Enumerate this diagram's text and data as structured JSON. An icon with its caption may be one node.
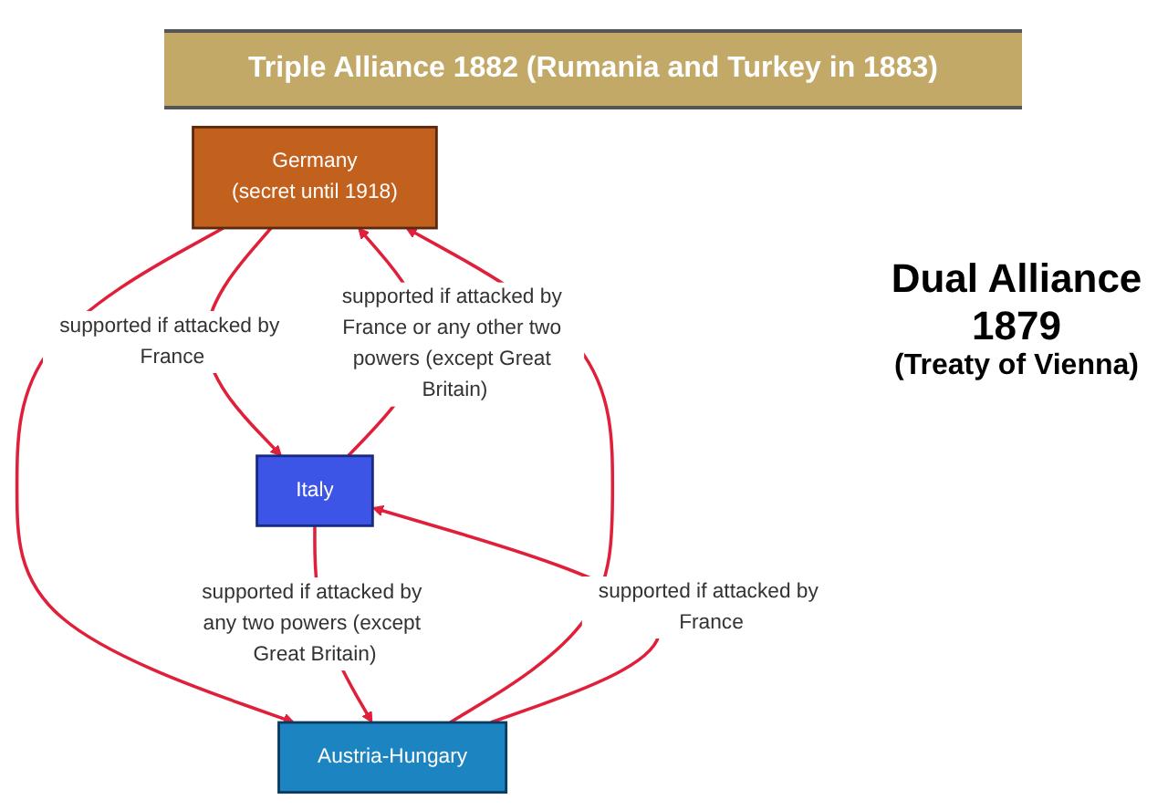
{
  "diagram": {
    "title": "Triple Alliance 1882 (Rumania and Turkey in 1883)",
    "nodes": [
      {
        "text": [
          "Germany",
          "(secret until 1918)"
        ]
      },
      {
        "text": [
          "Italy"
        ]
      },
      {
        "text": [
          "Austria-Hungary"
        ]
      }
    ],
    "edges": [
      {
        "from": 1,
        "to": 0,
        "arrow": "to",
        "label": "supported if attacked by France or any other two powers (except Great Britain)"
      },
      {
        "from": 0,
        "to": 1,
        "arrow": "to",
        "label": "supported if attacked by France"
      },
      {
        "from": 2,
        "to": 0,
        "arrow": "to"
      },
      {
        "from": 0,
        "to": 2,
        "arrow": "to"
      },
      {
        "from": 2,
        "to": 1,
        "arrow": "to",
        "label": "supported if attacked by France"
      },
      {
        "from": 1,
        "to": 2,
        "arrow": "to",
        "label": "supported if attacked by any two powers (except Great Britain)"
      }
    ],
    "labels": [
      "Dual Alliance 1879",
      "(Treaty of Vienna)"
    ]
  }
}
